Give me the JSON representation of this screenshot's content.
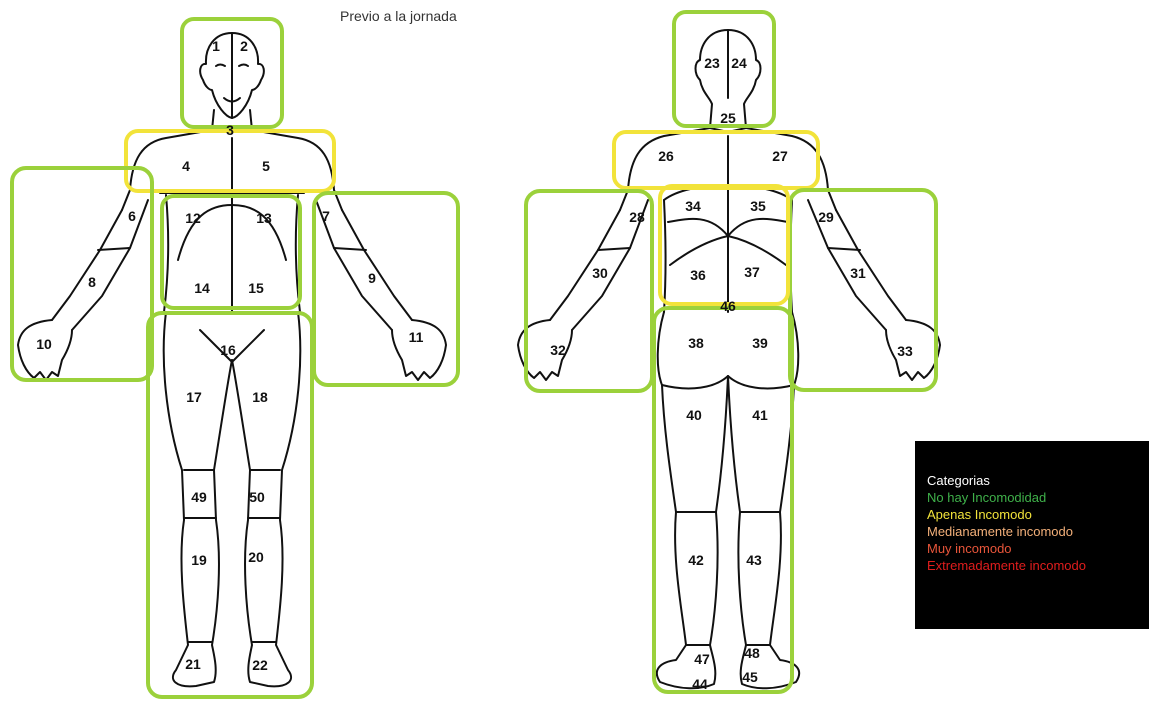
{
  "title": "Previo a la jornada",
  "legend": {
    "title": "Categorias",
    "items": [
      {
        "label": "No hay Incomodidad",
        "color": "#3fb14a"
      },
      {
        "label": "Apenas Incomodo",
        "color": "#f2e33a"
      },
      {
        "label": "Medianamente incomodo",
        "color": "#f3b07a"
      },
      {
        "label": "Muy incomodo",
        "color": "#e8553a"
      },
      {
        "label": "Extremadamente incomodo",
        "color": "#e11d1d"
      }
    ]
  },
  "zone_colors": {
    "green": "#9bd13b",
    "yellow": "#f2e33a"
  },
  "front_regions": [
    {
      "num": "1",
      "category": "No hay Incomodidad"
    },
    {
      "num": "2",
      "category": "No hay Incomodidad"
    },
    {
      "num": "3",
      "category": "No hay Incomodidad"
    },
    {
      "num": "4",
      "category": "Apenas Incomodo"
    },
    {
      "num": "5",
      "category": "Apenas Incomodo"
    },
    {
      "num": "6",
      "category": "No hay Incomodidad"
    },
    {
      "num": "7",
      "category": "No hay Incomodidad"
    },
    {
      "num": "8",
      "category": "No hay Incomodidad"
    },
    {
      "num": "9",
      "category": "No hay Incomodidad"
    },
    {
      "num": "10",
      "category": "No hay Incomodidad"
    },
    {
      "num": "11",
      "category": "No hay Incomodidad"
    },
    {
      "num": "12",
      "category": "No hay Incomodidad"
    },
    {
      "num": "13",
      "category": "No hay Incomodidad"
    },
    {
      "num": "14",
      "category": "No hay Incomodidad"
    },
    {
      "num": "15",
      "category": "No hay Incomodidad"
    },
    {
      "num": "16",
      "category": "No hay Incomodidad"
    },
    {
      "num": "17",
      "category": "No hay Incomodidad"
    },
    {
      "num": "18",
      "category": "No hay Incomodidad"
    },
    {
      "num": "49",
      "category": "No hay Incomodidad"
    },
    {
      "num": "50",
      "category": "No hay Incomodidad"
    },
    {
      "num": "19",
      "category": "No hay Incomodidad"
    },
    {
      "num": "20",
      "category": "No hay Incomodidad"
    },
    {
      "num": "21",
      "category": "No hay Incomodidad"
    },
    {
      "num": "22",
      "category": "No hay Incomodidad"
    }
  ],
  "back_regions": [
    {
      "num": "23",
      "category": "No hay Incomodidad"
    },
    {
      "num": "24",
      "category": "No hay Incomodidad"
    },
    {
      "num": "25",
      "category": "No hay Incomodidad"
    },
    {
      "num": "26",
      "category": "Apenas Incomodo"
    },
    {
      "num": "27",
      "category": "Apenas Incomodo"
    },
    {
      "num": "28",
      "category": "No hay Incomodidad"
    },
    {
      "num": "29",
      "category": "No hay Incomodidad"
    },
    {
      "num": "34",
      "category": "Apenas Incomodo"
    },
    {
      "num": "35",
      "category": "Apenas Incomodo"
    },
    {
      "num": "30",
      "category": "No hay Incomodidad"
    },
    {
      "num": "31",
      "category": "No hay Incomodidad"
    },
    {
      "num": "36",
      "category": "Apenas Incomodo"
    },
    {
      "num": "37",
      "category": "Apenas Incomodo"
    },
    {
      "num": "46",
      "category": "Apenas Incomodo"
    },
    {
      "num": "32",
      "category": "No hay Incomodidad"
    },
    {
      "num": "33",
      "category": "No hay Incomodidad"
    },
    {
      "num": "38",
      "category": "No hay Incomodidad"
    },
    {
      "num": "39",
      "category": "No hay Incomodidad"
    },
    {
      "num": "40",
      "category": "No hay Incomodidad"
    },
    {
      "num": "41",
      "category": "No hay Incomodidad"
    },
    {
      "num": "42",
      "category": "No hay Incomodidad"
    },
    {
      "num": "43",
      "category": "No hay Incomodidad"
    },
    {
      "num": "47",
      "category": "No hay Incomodidad"
    },
    {
      "num": "48",
      "category": "No hay Incomodidad"
    },
    {
      "num": "44",
      "category": "No hay Incomodidad"
    },
    {
      "num": "45",
      "category": "No hay Incomodidad"
    }
  ]
}
